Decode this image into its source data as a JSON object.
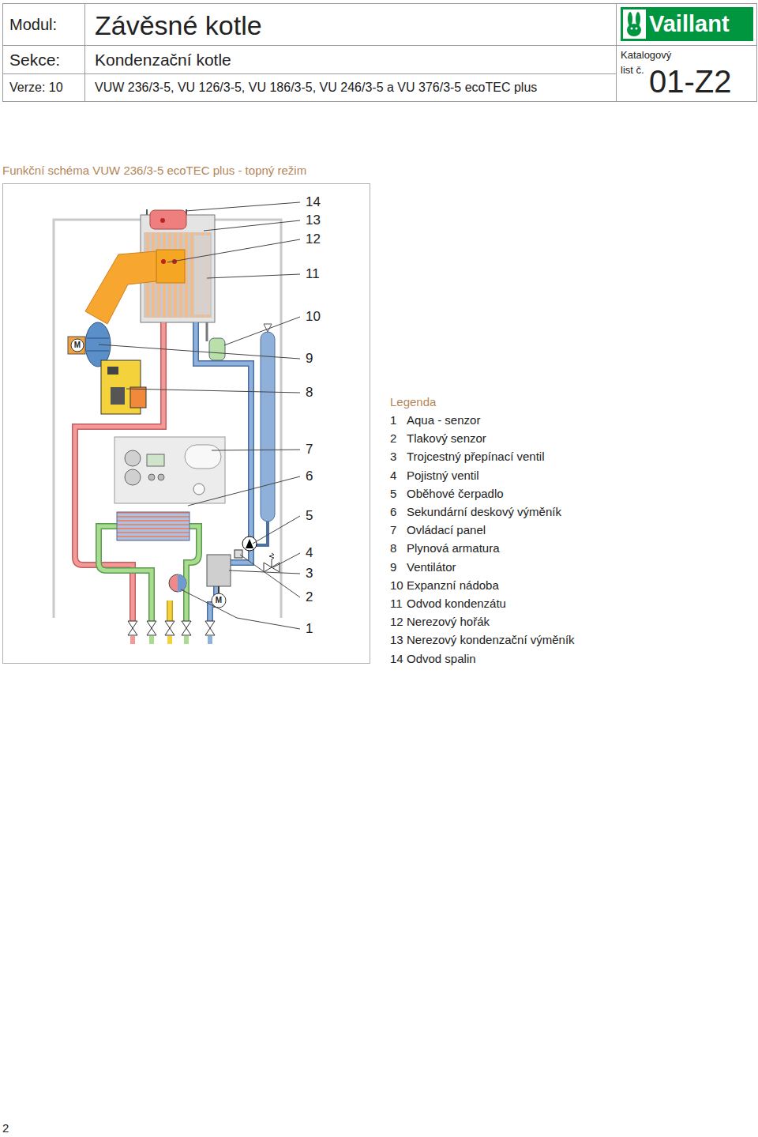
{
  "diagram": {
    "title": "Funkční schéma VUW 236/3-5 ecoTEC plus - topný režim",
    "labels": [
      "Modul:",
      "Závěsné kotle",
      "Vaillant",
      "Sekce:",
      "Kondenzační kotle",
      "Verze: 10",
      "VUW 236/3-5, VU 126/3-5, VU 186/3-5, VU 246/3-5 a VU 376/3-5 ecoTEC plus",
      "Katalogový list č.",
      "01-Z2",
      "M",
      "M",
      "14",
      "13",
      "12",
      "11",
      "10",
      "9",
      "8",
      "7",
      "6",
      "5",
      "4",
      "3",
      "2",
      "1",
      "Legenda",
      "1",
      "2",
      "3",
      "4",
      "5",
      "6",
      "7",
      "8",
      "9",
      "10",
      "11",
      "12",
      "13",
      "14",
      "2"
    ],
    "legend": [
      {
        "text": "Aqua - senzor"
      },
      {
        "text": "Tlakový senzor"
      },
      {
        "text": "Trojcestný přepínací ventil"
      },
      {
        "text": "Pojistný ventil"
      },
      {
        "text": "Oběhové čerpadlo"
      },
      {
        "text": "Sekundární deskový výměník"
      },
      {
        "text": "Ovládací panel"
      },
      {
        "text": "Plynová armatura"
      },
      {
        "text": "Ventilátor"
      },
      {
        "text": "Expanzní nádoba"
      },
      {
        "text": "Odvod kondenzátu"
      },
      {
        "text": "Nerezový hořák"
      },
      {
        "text": "Nerezový kondenzační výměník"
      },
      {
        "text": "Odvod spalin"
      }
    ]
  }
}
